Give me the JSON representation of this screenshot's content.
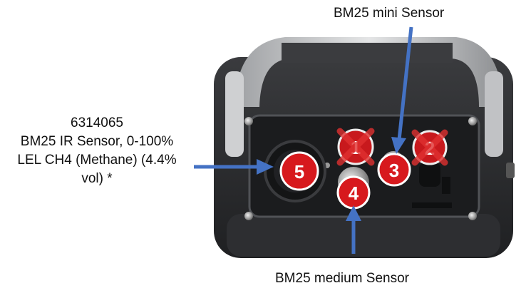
{
  "labels": {
    "top": "BM25  mini Sensor",
    "bottom": "BM25 medium Sensor",
    "left": [
      "6314065",
      "BM25 IR Sensor, 0-100%",
      "LEL CH4 (Methane) (4.4%",
      "vol) *"
    ]
  },
  "slots": [
    {
      "number": "1",
      "status": "crossed-out"
    },
    {
      "number": "2",
      "status": "crossed-out"
    },
    {
      "number": "3",
      "status": "mini"
    },
    {
      "number": "4",
      "status": "medium"
    },
    {
      "number": "5",
      "status": "ir"
    }
  ],
  "colors": {
    "badge": "#d7191d",
    "cross": "#e03030",
    "arrow": "#4472c4",
    "housing": "#2a2b2e",
    "handle": "#c8c9cb"
  }
}
